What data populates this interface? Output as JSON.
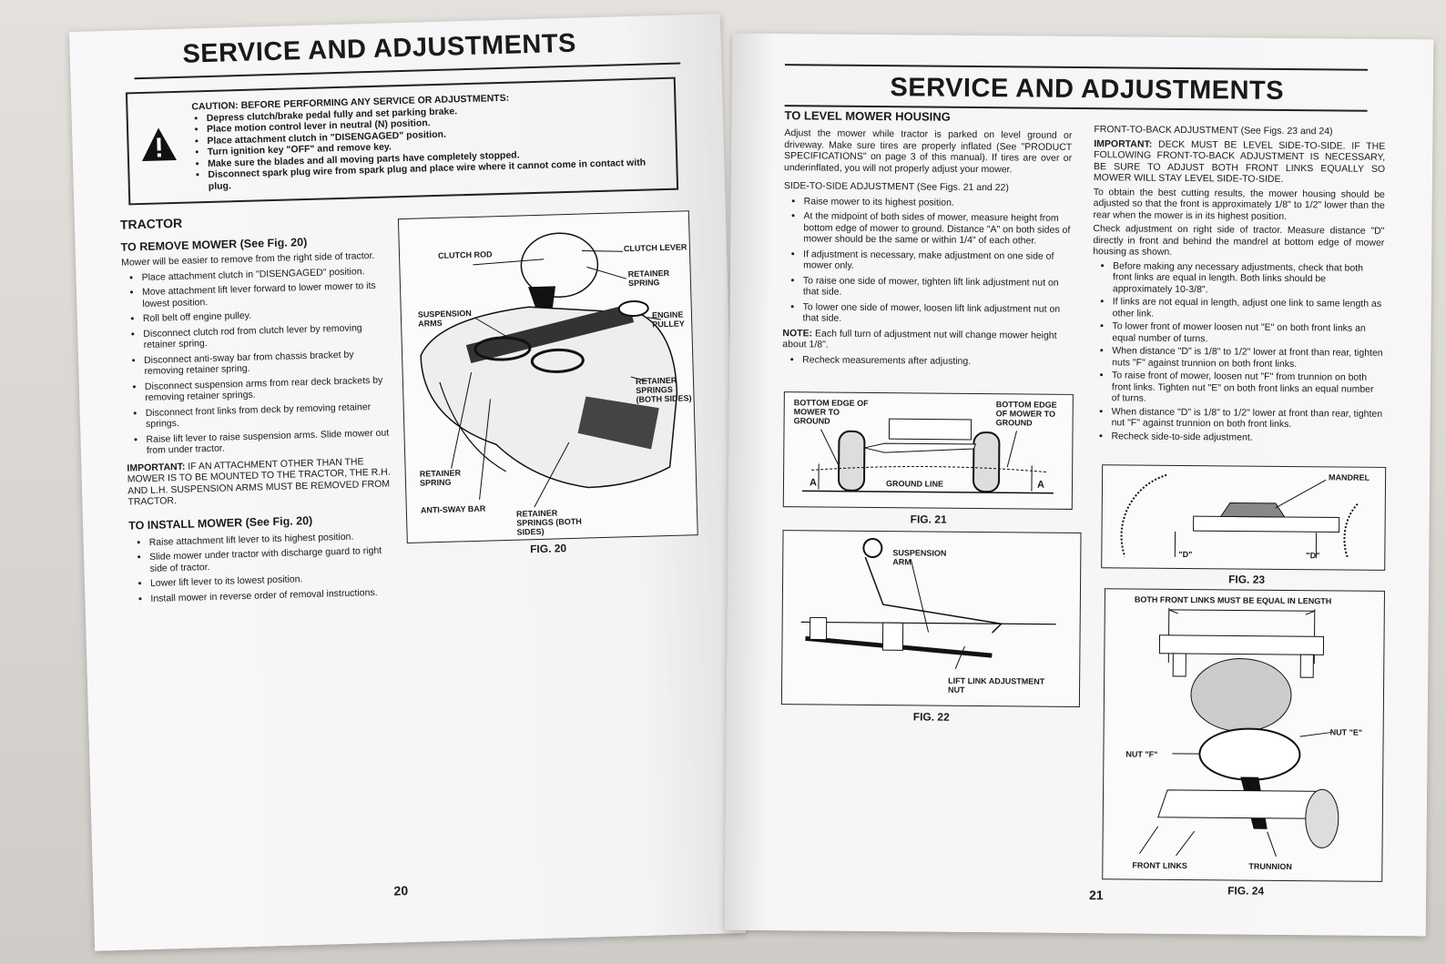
{
  "left": {
    "title": "SERVICE AND ADJUSTMENTS",
    "caution": {
      "heading": "CAUTION: BEFORE PERFORMING ANY SERVICE OR ADJUSTMENTS:",
      "items": [
        "Depress clutch/brake pedal fully and set parking brake.",
        "Place motion control lever in neutral (N) position.",
        "Place attachment clutch in \"DISENGAGED\" position.",
        "Turn ignition key \"OFF\" and remove key.",
        "Make sure the blades and all moving parts have completely stopped.",
        "Disconnect spark plug wire from spark plug and place wire where it cannot come in contact with plug."
      ]
    },
    "tractor_heading": "TRACTOR",
    "remove_heading": "TO REMOVE MOWER (See Fig. 20)",
    "remove_intro": "Mower will be easier to remove from the right side of tractor.",
    "remove_items": [
      "Place attachment clutch in \"DISENGAGED\" position.",
      "Move attachment lift lever forward to lower mower to its lowest position.",
      "Roll belt off engine pulley.",
      "Disconnect clutch rod from clutch lever by removing retainer spring.",
      "Disconnect anti-sway bar from chassis bracket by removing retainer spring.",
      "Disconnect suspension arms from rear deck brackets by removing retainer springs.",
      "Disconnect front links from deck by removing retainer springs.",
      "Raise lift lever to raise suspension arms. Slide mower out from under tractor."
    ],
    "important_label": "IMPORTANT:",
    "important_text": "IF AN ATTACHMENT OTHER THAN THE MOWER IS TO BE MOUNTED TO THE TRACTOR, THE R.H. AND L.H. SUSPENSION ARMS MUST BE REMOVED FROM TRACTOR.",
    "install_heading": "TO INSTALL MOWER (See Fig. 20)",
    "install_items": [
      "Raise attachment lift lever to its highest position.",
      "Slide mower under tractor with discharge guard to right side of tractor.",
      "Lower lift lever to its lowest position.",
      "Install mower in reverse order of removal instructions."
    ],
    "fig20": {
      "caption": "FIG. 20",
      "labels": {
        "clutch_rod": "CLUTCH ROD",
        "clutch_lever": "CLUTCH LEVER",
        "retainer_spring_top": "RETAINER SPRING",
        "suspension_arms": "SUSPENSION ARMS",
        "engine_pulley": "ENGINE PULLEY",
        "retainer_springs_right": "RETAINER SPRINGS (BOTH SIDES)",
        "retainer_spring_left": "RETAINER SPRING",
        "anti_sway_bar": "ANTI-SWAY BAR",
        "retainer_springs_bottom": "RETAINER SPRINGS (BOTH SIDES)"
      }
    },
    "page_number": "20"
  },
  "right": {
    "title": "SERVICE AND ADJUSTMENTS",
    "level_heading": "TO LEVEL MOWER HOUSING",
    "level_intro": "Adjust the mower while tractor is parked on level ground or driveway. Make sure tires are properly inflated (See \"PRODUCT SPECIFICATIONS\" on page 3 of this manual). If tires are over or underinflated, you will not properly adjust your mower.",
    "side_heading": "SIDE-TO-SIDE ADJUSTMENT (See Figs. 21 and 22)",
    "side_items": [
      "Raise mower to its highest position.",
      "At the midpoint of both sides of mower, measure height from bottom edge of mower to ground. Distance \"A\" on both sides of mower should be the same or within 1/4\" of each other.",
      "If adjustment is necessary, make adjustment on one side of mower only.",
      "To raise one side of mower, tighten lift link adjustment nut on that side.",
      "To lower one side of mower, loosen lift link adjustment nut on that side."
    ],
    "note_label": "NOTE:",
    "note_text": "Each full turn of adjustment nut will change mower height about 1/8\".",
    "recheck": "Recheck measurements after adjusting.",
    "fig21": {
      "caption": "FIG. 21",
      "left_label": "BOTTOM EDGE OF MOWER TO GROUND",
      "right_label": "BOTTOM EDGE OF MOWER TO GROUND",
      "ground_line": "GROUND LINE",
      "a_left": "A",
      "a_right": "A"
    },
    "fig22": {
      "caption": "FIG. 22",
      "suspension_arm": "SUSPENSION ARM",
      "lift_link": "LIFT LINK ADJUSTMENT NUT"
    },
    "front_heading": "FRONT-TO-BACK ADJUSTMENT (See Figs. 23 and 24)",
    "front_important_label": "IMPORTANT:",
    "front_important_text": "DECK MUST BE LEVEL SIDE-TO-SIDE. IF THE FOLLOWING FRONT-TO-BACK ADJUSTMENT IS NECESSARY, BE SURE TO ADJUST BOTH FRONT LINKS EQUALLY SO MOWER WILL STAY LEVEL SIDE-TO-SIDE.",
    "front_p1": "To obtain the best cutting results, the mower housing should be adjusted so that the front is approximately 1/8\" to 1/2\" lower than the rear when the mower is in its highest position.",
    "front_p2": "Check adjustment on right side of tractor. Measure distance \"D\" directly in front and behind the mandrel at bottom edge of mower housing as shown.",
    "front_items": [
      "Before making any necessary adjustments, check that both front links are equal in length. Both links should be approximately 10-3/8\".",
      "If links are not equal in length, adjust one link to same length as other link.",
      "To lower front of mower loosen nut \"E\" on both front links an equal number of turns.",
      "When distance \"D\" is 1/8\" to 1/2\" lower at front than rear, tighten nuts \"F\" against trunnion on both front links.",
      "To raise front of mower, loosen nut \"F\" from trunnion on both front links. Tighten nut \"E\" on both front links an equal number of turns.",
      "When distance \"D\" is 1/8\" to 1/2\" lower at front than rear, tighten nut \"F\" against trunnion on both front links.",
      "Recheck side-to-side adjustment."
    ],
    "fig23": {
      "caption": "FIG. 23",
      "mandrel": "MANDREL",
      "d_left": "\"D\"",
      "d_right": "\"D\""
    },
    "fig24": {
      "caption": "FIG. 24",
      "header": "BOTH FRONT LINKS MUST BE EQUAL IN LENGTH",
      "nut_e": "NUT \"E\"",
      "nut_f": "NUT \"F\"",
      "front_links": "FRONT LINKS",
      "trunnion": "TRUNNION"
    },
    "page_number": "21"
  },
  "colors": {
    "paper": "#f7f7f7",
    "ink": "#1a1a1a",
    "background": "#d9d6d2"
  }
}
